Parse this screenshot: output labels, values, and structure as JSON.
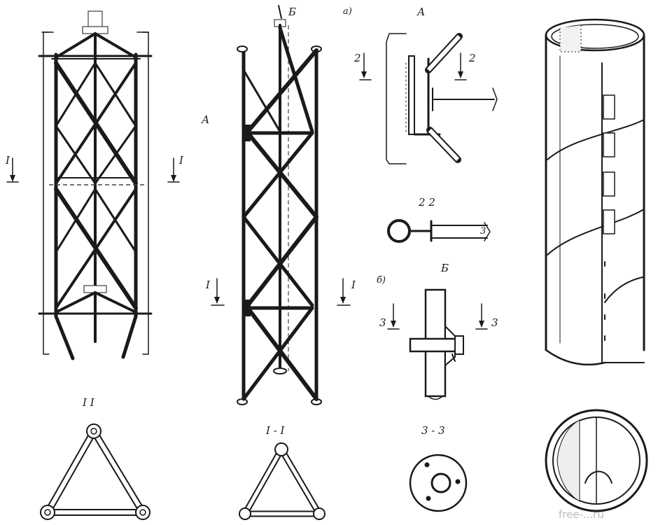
{
  "colors": {
    "ink": "#1a1a1a",
    "watermark": "#bbbbbb",
    "background": "#ffffff"
  },
  "labels": {
    "sec_mark_left_a": "I",
    "sec_mark_left_b": "I",
    "sec_title_left": "I I",
    "sec_mark_mid_a": "I",
    "sec_mark_mid_b": "I",
    "sec_title_mid": "I - I",
    "fig_b": "Б",
    "fig_a_mid": "А",
    "fig_a_detail": "а)",
    "detail_a": "А",
    "sec2_left": "2",
    "sec2_right": "2",
    "sec2_title": "2 2",
    "part_3_a": "3",
    "part_3_b": "3",
    "fig_b_detail": "б)",
    "detail_b": "Б",
    "sec3_left": "3",
    "sec3_right": "3",
    "sec3_title": "3 - 3"
  },
  "watermark": "free-...ru"
}
